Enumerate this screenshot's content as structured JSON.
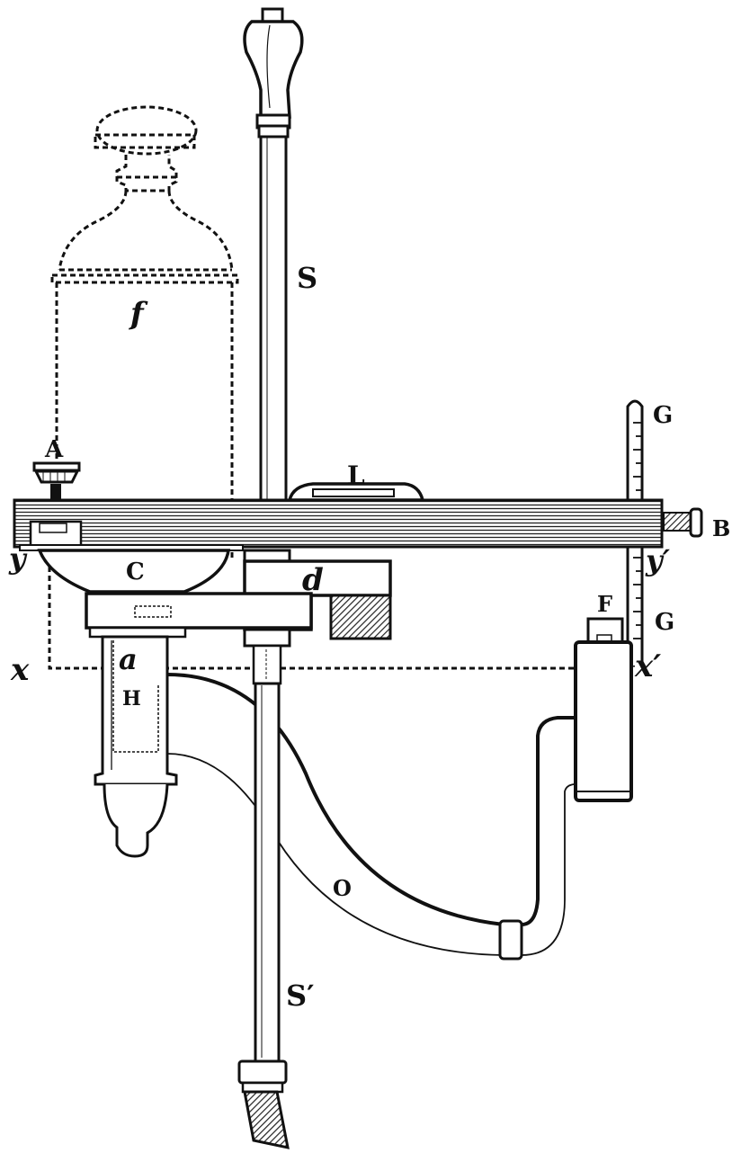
{
  "colors": {
    "ink": "#111111",
    "paper": "#ffffff",
    "hatch": "#222222"
  },
  "labels": {
    "S": "S",
    "S_prime": "S′",
    "f": "f",
    "A": "A",
    "L": "L",
    "G_top": "G",
    "G_lower": "G",
    "B": "B",
    "y": "y",
    "y_prime": "y′",
    "C": "C",
    "d": "d",
    "a": "a",
    "H": "H",
    "x": "x",
    "x_prime": "x′",
    "F": "F",
    "O": "O"
  }
}
